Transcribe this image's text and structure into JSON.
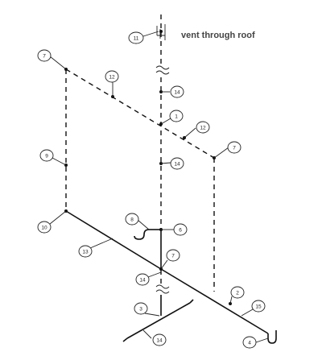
{
  "caption": "vent through roof",
  "callouts": {
    "c11": "11",
    "c7a": "7",
    "c12a": "12",
    "c14a": "14",
    "c1": "1",
    "c12b": "12",
    "c7b": "7",
    "c9": "9",
    "c14b": "14",
    "c8": "8",
    "c6": "6",
    "c10": "10",
    "c13": "13",
    "c7c": "7",
    "c14c": "14",
    "c3": "3",
    "c2": "2",
    "c15": "15",
    "c14d": "14",
    "c4": "4"
  }
}
